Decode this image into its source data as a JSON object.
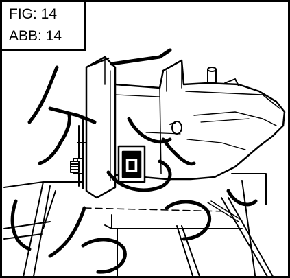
{
  "figure": {
    "fig_label": "FIG: 14",
    "abb_label": "ABB: 14"
  },
  "icons": {
    "drawing": "tile-saw-motor-head-illustration",
    "watermark": "watermark-overlay"
  },
  "colors": {
    "line": "#000000",
    "background": "#ffffff"
  }
}
